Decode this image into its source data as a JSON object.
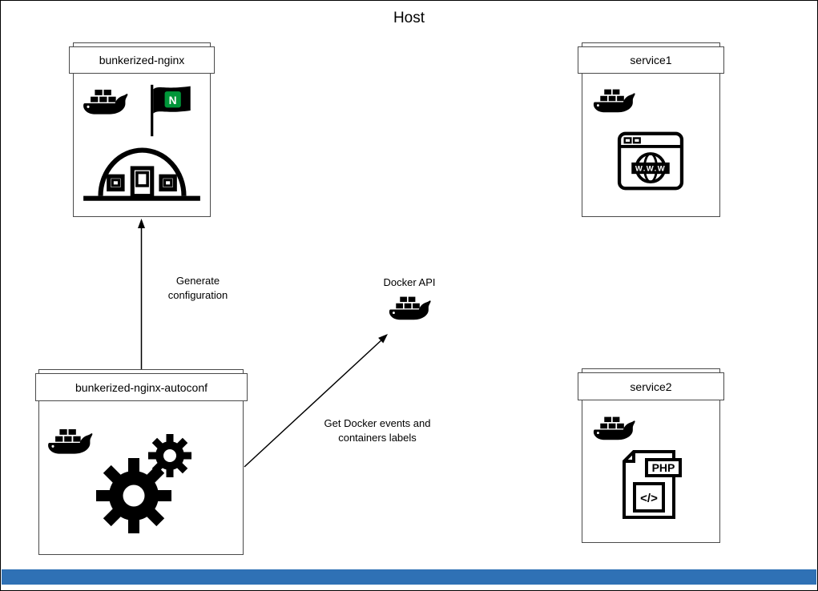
{
  "page": {
    "title": "Host"
  },
  "nodes": {
    "bunkerized_nginx": {
      "label": "bunkerized-nginx"
    },
    "service1": {
      "label": "service1"
    },
    "bunkerized_nginx_autoconf": {
      "label": "bunkerized-nginx-autoconf"
    },
    "service2": {
      "label": "service2"
    }
  },
  "labels": {
    "docker_api": "Docker API",
    "generate_configuration": "Generate configuration",
    "docker_events": "Get Docker events and containers labels"
  },
  "icons": {
    "docker_whale": "docker-whale-icon",
    "nginx_flag": "nginx-flag-icon",
    "bunker": "bunker-icon",
    "www_browser": "www-browser-icon",
    "gears": "gears-icon",
    "php_file": "php-file-icon"
  },
  "icon_texts": {
    "nginx_letter": "N",
    "www": "W.W.W",
    "php": "PHP",
    "code": "</>"
  },
  "colors": {
    "nginx_green": "#009639",
    "bottom_bar_blue": "#2f71b5",
    "line_black": "#000000"
  }
}
